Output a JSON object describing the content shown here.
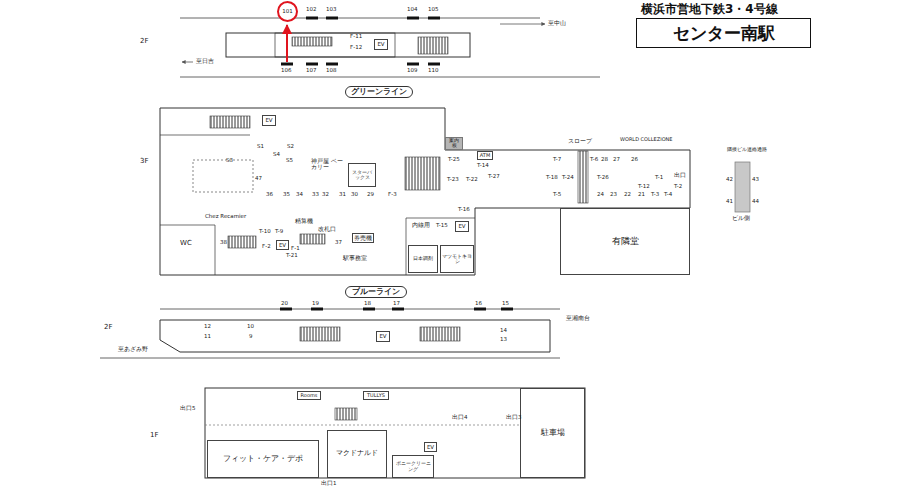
{
  "diagram": {
    "title": "横浜市営地下鉄3・4号線",
    "nodes": [
      {
        "text": [
          "センター南駅"
        ]
      },
      {
        "text": [
          "101"
        ]
      },
      {
        "text": [
          "EV"
        ]
      },
      {
        "text": [
          "グリーンライン"
        ]
      },
      {
        "text": [
          "EV"
        ]
      },
      {
        "text": [
          "案内板"
        ]
      },
      {
        "text": [
          "ATM"
        ]
      },
      {
        "text": [
          "スターバックス"
        ]
      },
      {
        "text": [
          "EV"
        ]
      },
      {
        "text": [
          "券売機"
        ]
      },
      {
        "text": [
          "EV"
        ]
      },
      {
        "text": [
          "日本調剤"
        ]
      },
      {
        "text": [
          "マツモトキヨシ"
        ]
      },
      {
        "text": [
          "有隣堂"
        ]
      },
      {
        "text": [
          "ブルーライン"
        ]
      },
      {
        "text": [
          "EV"
        ]
      },
      {
        "text": [
          "Rooms"
        ]
      },
      {
        "text": [
          "TULLYS"
        ]
      },
      {
        "text": [
          "フィット・ケア・デポ"
        ]
      },
      {
        "text": [
          "マクドナルド"
        ]
      },
      {
        "text": [
          "ポニークリーニング"
        ]
      },
      {
        "text": [
          "EV"
        ]
      },
      {
        "text": [
          "駐車場"
        ]
      }
    ],
    "labels": [
      "102",
      "103",
      "104",
      "105",
      "106",
      "107",
      "108",
      "109",
      "110",
      "至中山",
      "至日吉",
      "F-11",
      "F-12",
      "2F",
      "3F",
      "S1",
      "S2",
      "S4",
      "S3",
      "S5",
      "神戸屋 ベーカリー",
      "47",
      "36",
      "35",
      "34",
      "33",
      "32",
      "31",
      "30",
      "29",
      "F-3",
      "T-25",
      "T-14",
      "T-23",
      "T-22",
      "T-27",
      "T-16",
      "内線用",
      "T-15",
      "スロープ",
      "WORLD COLLEZIONE",
      "T-7",
      "T-6",
      "28",
      "27",
      "26",
      "T-18",
      "T-24",
      "T-26",
      "T-1",
      "出口",
      "T-5",
      "24",
      "23",
      "22",
      "T-12",
      "21",
      "T-3",
      "T-4",
      "T-2",
      "隣接ビル連絡通路",
      "42",
      "43",
      "41",
      "44",
      "ビル側",
      "Chez Recamier",
      "WC",
      "38",
      "T-10",
      "T-9",
      "F-2",
      "F-1",
      "T-21",
      "精算機",
      "改札口",
      "37",
      "駅事務室",
      "20",
      "19",
      "18",
      "17",
      "16",
      "15",
      "至湘南台",
      "至あざみ野",
      "2F",
      "12",
      "11",
      "10",
      "9",
      "14",
      "13",
      "1F",
      "出口5",
      "出口4",
      "出口3",
      "出口1"
    ]
  }
}
